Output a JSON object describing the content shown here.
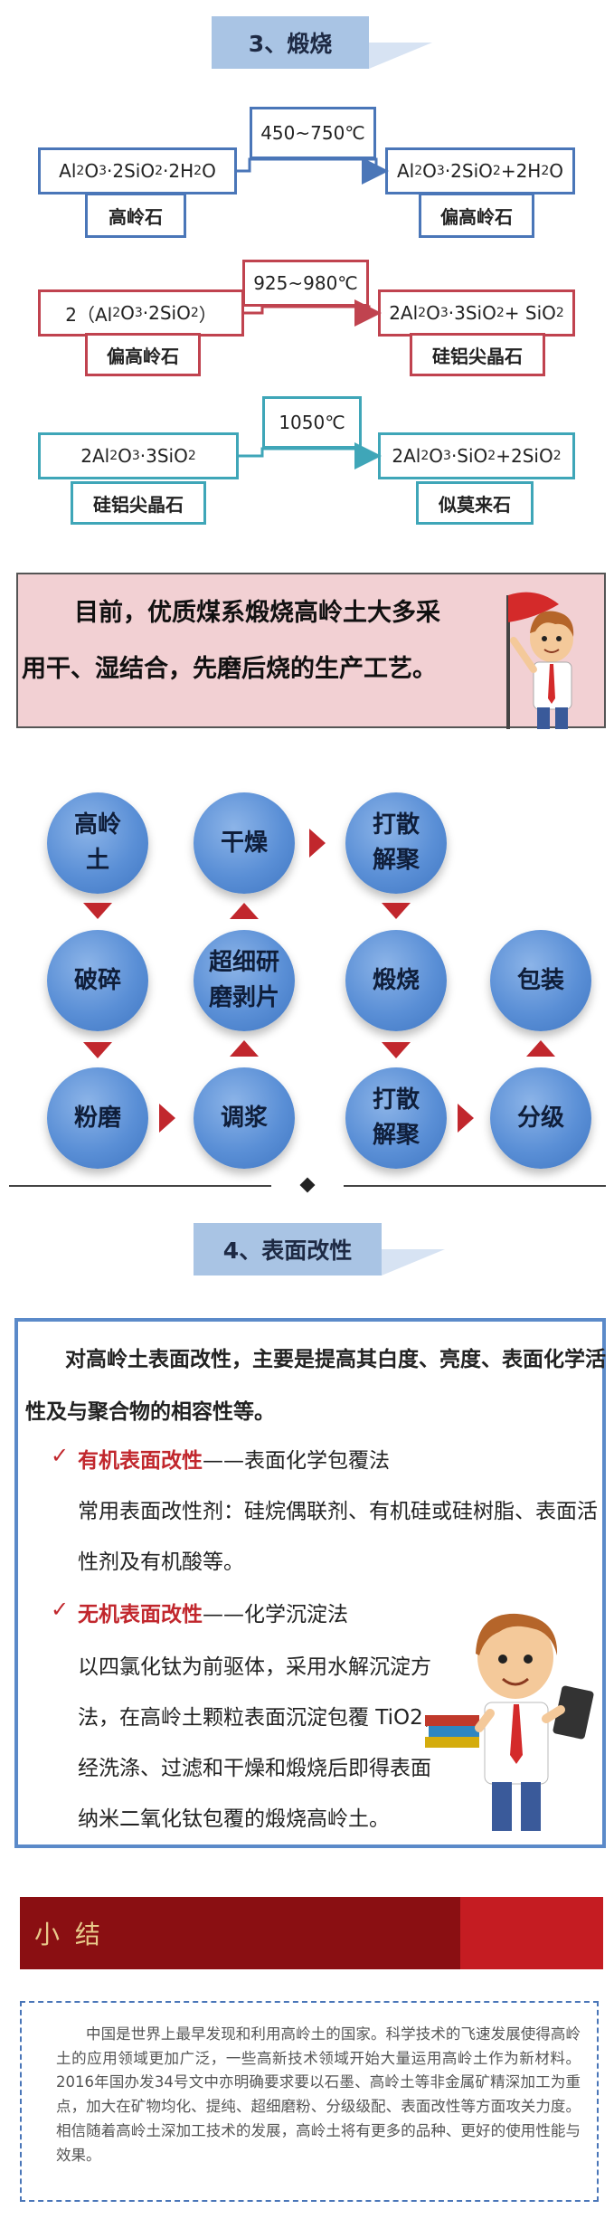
{
  "section3": {
    "title": "3、煅烧"
  },
  "reactions": [
    {
      "condition": "450~750℃",
      "left": {
        "formula_html": "Al<sub>2</sub>O<sub>3</sub>·2SiO<sub>2</sub>·2H<sub>2</sub>O",
        "name": "高岭石"
      },
      "right": {
        "formula_html": "Al<sub>2</sub>O<sub>3</sub>·2SiO<sub>2</sub>+2H<sub>2</sub>O",
        "name": "偏高岭石"
      }
    },
    {
      "condition": "925~980℃",
      "left": {
        "formula_html": "2（Al<sub>2</sub>O<sub>3</sub>·2SiO<sub>2</sub>）",
        "name": "偏高岭石"
      },
      "right": {
        "formula_html": "2Al<sub>2</sub>O<sub>3</sub>·3SiO<sub>2</sub>+ SiO<sub>2</sub>",
        "name": "硅铝尖晶石"
      }
    },
    {
      "condition": "1050℃",
      "left": {
        "formula_html": "2Al<sub>2</sub>O<sub>3</sub>·3SiO<sub>2</sub>",
        "name": "硅铝尖晶石"
      },
      "right": {
        "formula_html": "2Al<sub>2</sub>O<sub>3</sub>·SiO<sub>2</sub>+2SiO<sub>2</sub>",
        "name": "似莫来石"
      }
    }
  ],
  "info": {
    "line1": "目前，优质煤系煅烧高岭土大多采",
    "line2": "用干、湿结合，先磨后烧的生产工艺。"
  },
  "process": {
    "col1": [
      "高岭\n土",
      "破碎",
      "粉磨"
    ],
    "col2": [
      "干燥",
      "超细研\n磨剥片",
      "调浆"
    ],
    "col3": [
      "打散\n解聚",
      "煅烧",
      "打散\n解聚"
    ],
    "col4": [
      "包装",
      "分级"
    ]
  },
  "section4": {
    "title": "4、表面改性"
  },
  "surface": {
    "intro1": "对高岭土表面改性，主要是提高其白度、亮度、表面化学活",
    "intro2": "性及与聚合物的相容性等。",
    "organic_label": "有机表面改性",
    "organic_method": "——表面化学包覆法",
    "organic_desc1": "常用表面改性剂：硅烷偶联剂、有机硅或硅树脂、表面活",
    "organic_desc2": "性剂及有机酸等。",
    "inorganic_label": "无机表面改性",
    "inorganic_method": "——化学沉淀法",
    "inorganic_desc1": "以四氯化钛为前驱体，采用水解沉淀方",
    "inorganic_desc2": "法，在高岭土颗粒表面沉淀包覆 TiO2，",
    "inorganic_desc3": "经洗涤、过滤和干燥和煅烧后即得表面",
    "inorganic_desc4": "纳米二氧化钛包覆的煅烧高岭土。"
  },
  "summary": {
    "title": "小 结",
    "text": "中国是世界上最早发现和利用高岭土的国家。科学技术的飞速发展使得高岭土的应用领域更加广泛，一些高新技术领域开始大量运用高岭土作为新材料。2016年国办发34号文中亦明确要求要以石墨、高岭土等非金属矿精深加工为重点，加大在矿物均化、提纯、超细磨粉、分级级配、表面改性等方面攻关力度。相信随着高岭土深加工技术的发展，高岭土将有更多的品种、更好的使用性能与效果。"
  },
  "colors": {
    "blue": "#4a76b8",
    "red": "#c0434f",
    "teal": "#3fa6b8",
    "arrow_red": "#c1272d",
    "banner": "#8a0f12"
  }
}
